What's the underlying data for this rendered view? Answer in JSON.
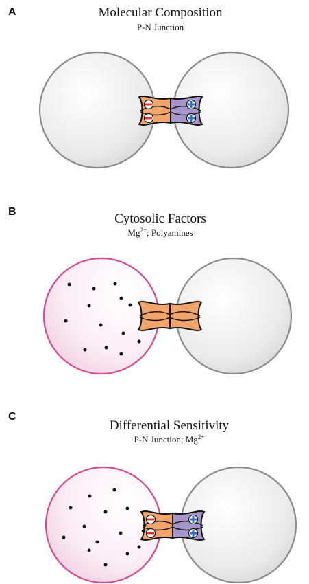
{
  "panels": [
    {
      "letter": "A",
      "title": "Molecular Composition",
      "subtitle": "P-N Junction",
      "left_cell": "plain",
      "junction": "charged"
    },
    {
      "letter": "B",
      "title": "Cytosolic Factors",
      "subtitle_parts": {
        "pre": "Mg",
        "sup": "2+",
        "post": "; Polyamines"
      },
      "left_cell": "cytosolic",
      "junction": "uncharged"
    },
    {
      "letter": "C",
      "title": "Differential Sensitivity",
      "subtitle_parts": {
        "pre": "P-N Junction; Mg",
        "sup": "2+",
        "post": ""
      },
      "left_cell": "cytosolic",
      "junction": "charged"
    }
  ],
  "colors": {
    "cell_gray": "#e2e2e2",
    "cell_outline": "#8a8a8a",
    "cytosolic_outline": "#d6498d",
    "cytosolic_fill": "#f7e3ee",
    "orange_hemichannel": "#f2a56b",
    "purple_hemichannel": "#a796cc",
    "negative_charge": "#e0342a",
    "positive_charge": "#2f74c0",
    "dot": "#111111"
  },
  "icons": {
    "negative": "minus-sign",
    "positive": "plus-sign"
  }
}
